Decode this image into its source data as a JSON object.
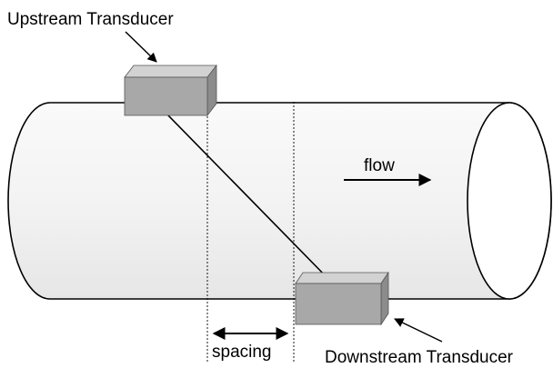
{
  "labels": {
    "upstream": "Upstream Transducer",
    "downstream": "Downstream Transducer",
    "flow": "flow",
    "spacing": "spacing"
  },
  "colors": {
    "pipe_fill": "#f0f0f0",
    "pipe_stroke": "#000000",
    "transducer_front": "#a8a8a8",
    "transducer_top": "#d2d2d2",
    "transducer_side": "#8c8c8c",
    "line": "#000000"
  }
}
